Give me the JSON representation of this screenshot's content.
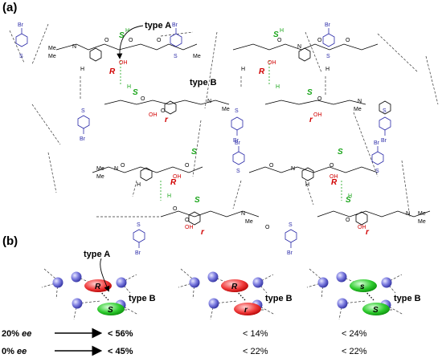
{
  "panels": {
    "a_label": "(a)",
    "b_label": "(b)"
  },
  "panel_a": {
    "type_a": "type A",
    "type_b": "type B",
    "stereo_R": "R",
    "stereo_S": "S",
    "stereo_r": "r",
    "atoms": {
      "br": "Br",
      "s": "S",
      "o": "O",
      "n": "N",
      "h": "H",
      "me": "Me"
    }
  },
  "panel_b": {
    "type_a": "type A",
    "type_b": "type B",
    "diagrams": [
      {
        "upper": "R",
        "lower": "S",
        "upper_color": "#e8262a",
        "lower_color": "#1db31d"
      },
      {
        "upper": "R",
        "lower": "r",
        "upper_color": "#e8262a",
        "lower_color": "#e8262a"
      },
      {
        "upper": "s",
        "lower": "S",
        "upper_color": "#1db31d",
        "lower_color": "#1db31d"
      }
    ],
    "rows": [
      {
        "ee_value": "20%",
        "ee_unit": "ee",
        "col1": "< 56%",
        "col2": "< 14%",
        "col3": "< 24%"
      },
      {
        "ee_value": "0%",
        "ee_unit": "ee",
        "col1": "< 45%",
        "col2": "< 22%",
        "col3": "< 22%"
      }
    ]
  }
}
